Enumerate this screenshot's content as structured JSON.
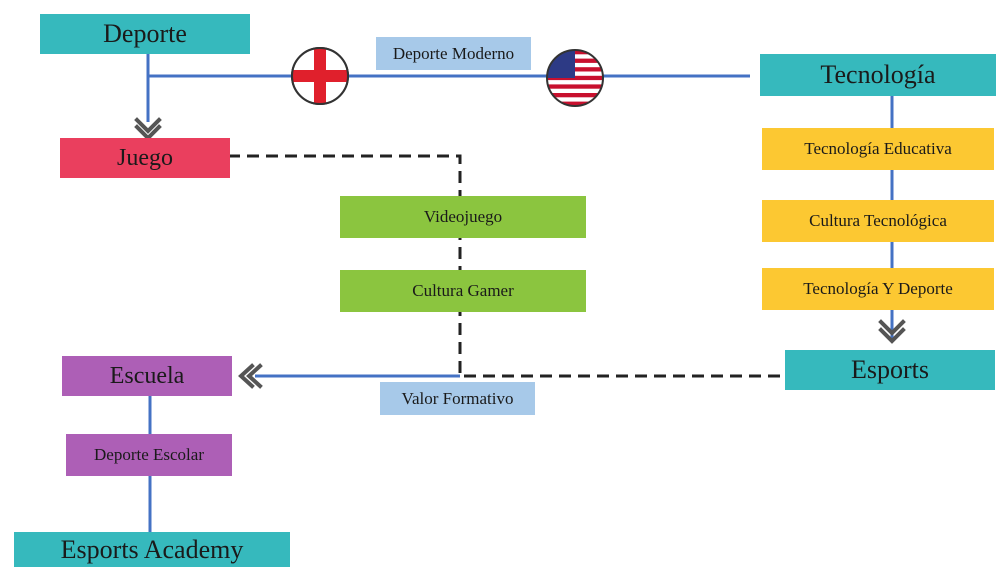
{
  "colors": {
    "teal": "#36b9bd",
    "red": "#ea3f5e",
    "green": "#8bc53f",
    "yellow": "#fcc832",
    "purple": "#ad5fb6",
    "label_blue": "#a7c9e9",
    "connector_blue": "#4472c4",
    "connector_dashed": "#222222",
    "chevron": "#555555"
  },
  "nodes": {
    "deporte": "Deporte",
    "juego": "Juego",
    "tecnologia": "Tecnología",
    "tec_educativa": "Tecnología Educativa",
    "cultura_tecnologica": "Cultura Tecnológica",
    "tec_deporte": "Tecnología Y Deporte",
    "esports": "Esports",
    "videojuego": "Videojuego",
    "cultura_gamer": "Cultura Gamer",
    "escuela": "Escuela",
    "deporte_escolar": "Deporte Escolar",
    "esports_academy": "Esports Academy"
  },
  "labels": {
    "deporte_moderno": "Deporte Moderno",
    "valor_formativo": "Valor Formativo"
  },
  "icons": {
    "left_flag": "england-flag-icon",
    "right_flag": "usa-flag-icon",
    "arrows": "chevron-arrow-icon"
  }
}
